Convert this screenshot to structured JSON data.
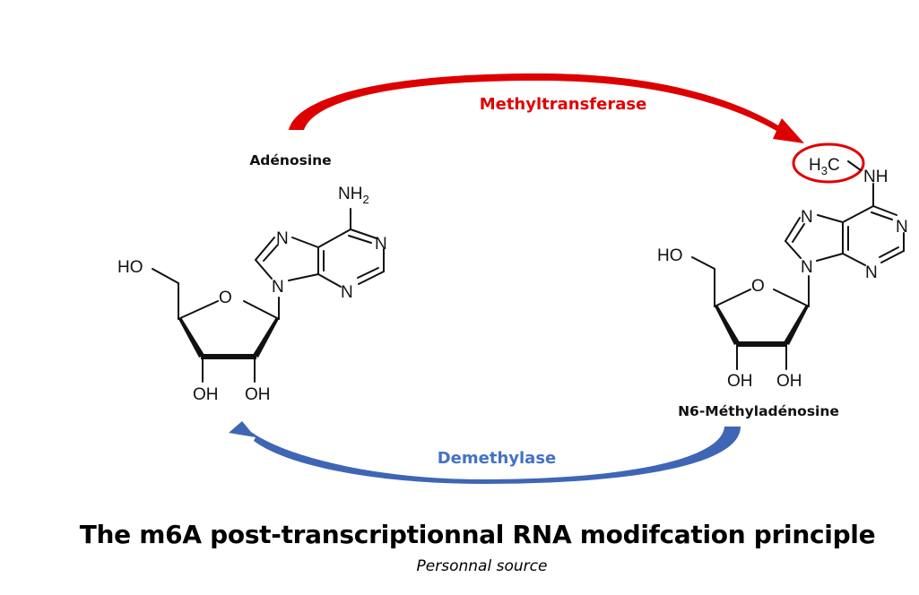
{
  "colors": {
    "methyltransferase": "#e00000",
    "demethylase": "#4472c4",
    "highlight_circle": "#e00000",
    "text": "#111111"
  },
  "left_molecule": {
    "name": "Adénosine",
    "atoms": {
      "amine": "NH",
      "amine_sub": "2",
      "n7": "N",
      "n1": "N",
      "n3": "N",
      "n9": "N",
      "ring_o": "O",
      "ho5": "HO",
      "oh3": "OH",
      "oh2": "OH"
    }
  },
  "right_molecule": {
    "name": "N6-Méthyladénosine",
    "atoms": {
      "methyl_h": "H",
      "methyl_sub": "3",
      "methyl_c": "C",
      "amine": "NH",
      "n7": "N",
      "n1": "N",
      "n3": "N",
      "n9": "N",
      "ring_o": "O",
      "ho5": "HO",
      "oh3": "OH",
      "oh2": "OH"
    }
  },
  "arrows": {
    "forward_label": "Methyltransferase",
    "reverse_label": "Demethylase"
  },
  "caption": {
    "title": "The m6A post-transcriptionnal  RNA modifcation principle",
    "source": "Personnal source"
  }
}
